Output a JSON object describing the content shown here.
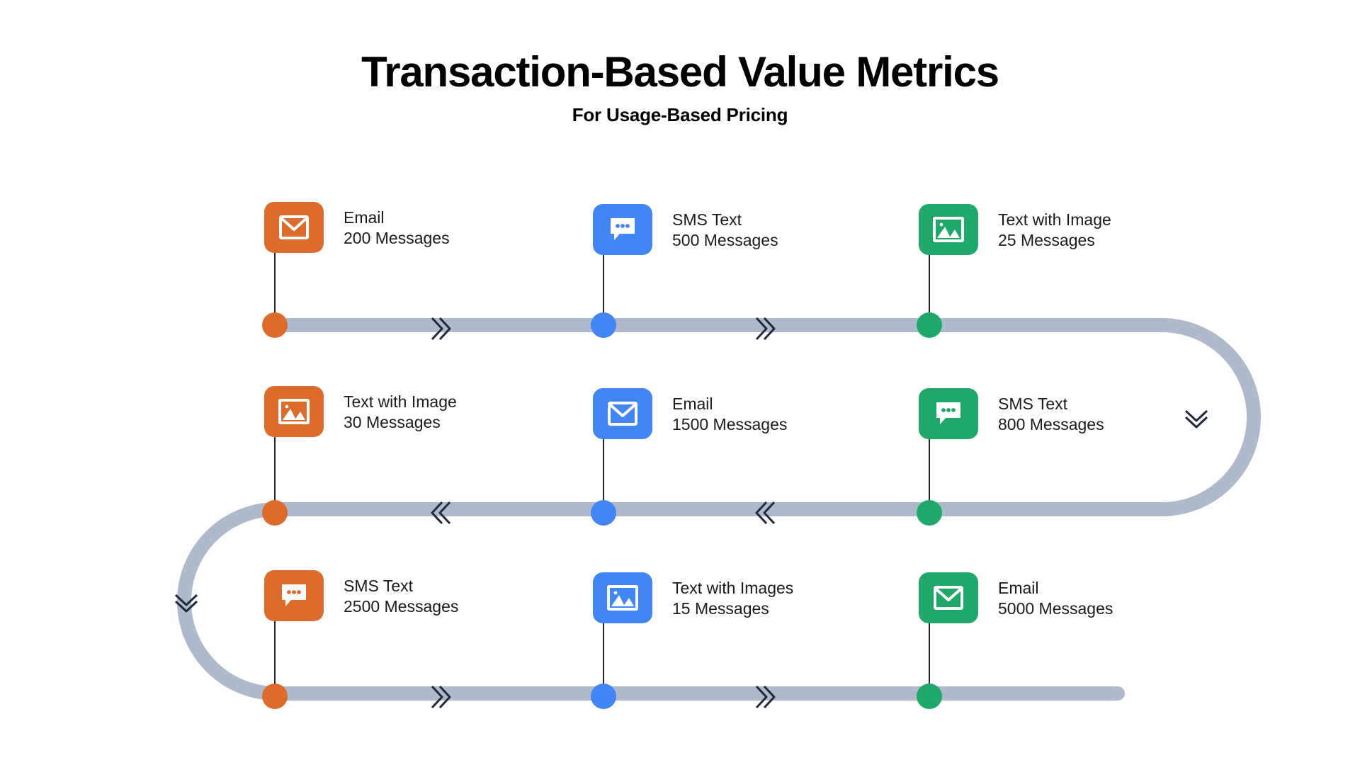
{
  "header": {
    "title": "Transaction-Based Value Metrics",
    "subtitle": "For Usage-Based Pricing"
  },
  "colors": {
    "orange": "#DD6B2C",
    "blue": "#4285F4",
    "green": "#20A86A",
    "track": "#AFB9CC",
    "stem": "#1F2430",
    "text": "#1B1B1F",
    "background": "#FFFFFF"
  },
  "rows": [
    {
      "direction": "right",
      "arrow_icon": "double-chevron-right-icon",
      "items": [
        {
          "icon": "envelope-icon",
          "color_key": "orange",
          "title": "Email",
          "subtitle": "200 Messages"
        },
        {
          "icon": "chat-bubble-icon",
          "color_key": "blue",
          "title": "SMS Text",
          "subtitle": "500 Messages"
        },
        {
          "icon": "image-icon",
          "color_key": "green",
          "title": "Text with Image",
          "subtitle": "25 Messages"
        }
      ]
    },
    {
      "direction": "left",
      "arrow_icon": "double-chevron-left-icon",
      "items": [
        {
          "icon": "image-icon",
          "color_key": "orange",
          "title": "Text with Image",
          "subtitle": "30 Messages"
        },
        {
          "icon": "envelope-icon",
          "color_key": "blue",
          "title": "Email",
          "subtitle": "1500 Messages"
        },
        {
          "icon": "chat-bubble-icon",
          "color_key": "green",
          "title": "SMS Text",
          "subtitle": "800 Messages"
        }
      ]
    },
    {
      "direction": "right",
      "arrow_icon": "double-chevron-right-icon",
      "items": [
        {
          "icon": "chat-bubble-icon",
          "color_key": "orange",
          "title": "SMS Text",
          "subtitle": "2500 Messages"
        },
        {
          "icon": "image-icon",
          "color_key": "blue",
          "title": "Text with Images",
          "subtitle": "15 Messages"
        },
        {
          "icon": "envelope-icon",
          "color_key": "green",
          "title": "Email",
          "subtitle": "5000 Messages"
        }
      ]
    }
  ],
  "connectors": [
    {
      "name": "right-u-turn-connector",
      "arrow_icon": "double-chevron-down-icon"
    },
    {
      "name": "left-u-turn-connector",
      "arrow_icon": "double-chevron-down-icon"
    }
  ]
}
